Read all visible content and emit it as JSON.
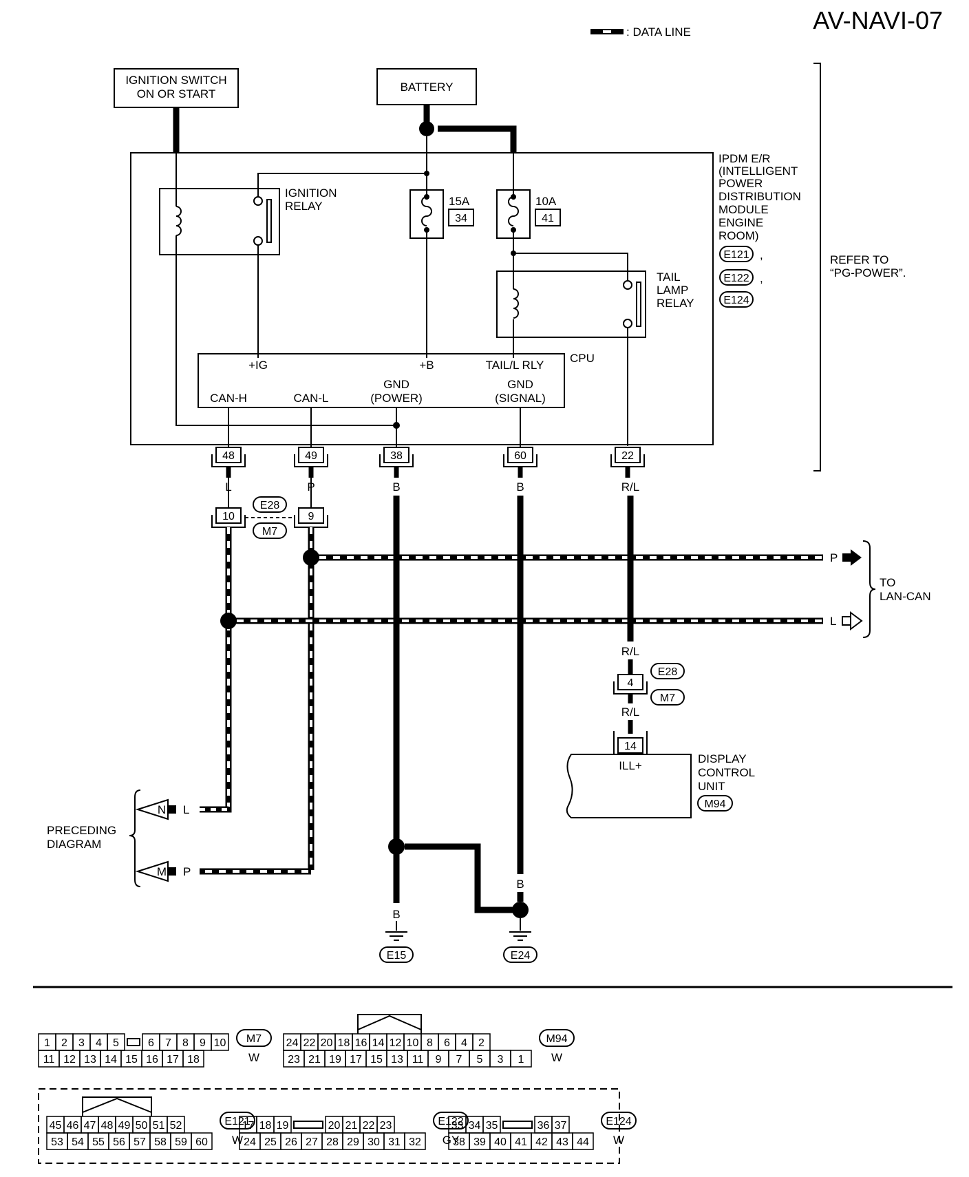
{
  "title": "AV-NAVI-07",
  "legend": {
    "data_line": ": DATA LINE"
  },
  "ignition_switch": [
    "IGNITION SWITCH",
    "ON OR START"
  ],
  "battery": "BATTERY",
  "ignition_relay": [
    "IGNITION",
    "RELAY"
  ],
  "fuses": [
    {
      "amp": "15A",
      "num": "34"
    },
    {
      "amp": "10A",
      "num": "41"
    }
  ],
  "tail_lamp_relay": [
    "TAIL",
    "LAMP",
    "RELAY"
  ],
  "ipdm": [
    "IPDM E/R",
    "(INTELLIGENT",
    "POWER",
    "DISTRIBUTION",
    "MODULE",
    "ENGINE",
    "ROOM)"
  ],
  "ipdm_connectors": [
    "E121",
    "E122",
    "E124"
  ],
  "refer_to": [
    "REFER TO",
    "“PG-POWER”."
  ],
  "cpu": {
    "label": "CPU",
    "ig": "+IG",
    "b": "+B",
    "tail": "TAIL/L RLY",
    "can_h": "CAN-H",
    "can_l": "CAN-L",
    "gnd_power": [
      "GND",
      "(POWER)"
    ],
    "gnd_signal": [
      "GND",
      "(SIGNAL)"
    ]
  },
  "ipdm_pins": [
    "48",
    "49",
    "38",
    "60",
    "22"
  ],
  "wire_colors": {
    "L": "L",
    "P": "P",
    "B": "B",
    "RL": "R/L"
  },
  "e28_pins": [
    "10",
    "9"
  ],
  "e28": "E28",
  "m7": "M7",
  "tail_pin": "4",
  "lan_can": [
    "TO",
    "LAN-CAN"
  ],
  "display_pin": "14",
  "display": {
    "ill": "ILL+",
    "name": [
      "DISPLAY",
      "CONTROL",
      "UNIT"
    ],
    "conn": "M94"
  },
  "preceding": {
    "label": [
      "PRECEDING",
      "DIAGRAM"
    ],
    "n": "N",
    "m": "M"
  },
  "grounds": [
    "E15",
    "E24"
  ],
  "connectors": {
    "m7": {
      "top": [
        "1",
        "2",
        "3",
        "4",
        "5",
        "6",
        "7",
        "8",
        "9",
        "10"
      ],
      "bottom": [
        "11",
        "12",
        "13",
        "14",
        "15",
        "16",
        "17",
        "18"
      ],
      "name": "M7",
      "color": "W"
    },
    "m94": {
      "top": [
        "24",
        "22",
        "20",
        "18",
        "16",
        "14",
        "12",
        "10",
        "8",
        "6",
        "4",
        "2"
      ],
      "bottom": [
        "23",
        "21",
        "19",
        "17",
        "15",
        "13",
        "11",
        "9",
        "7",
        "5",
        "3",
        "1"
      ],
      "name": "M94",
      "color": "W"
    },
    "e121": {
      "top": [
        "45",
        "46",
        "47",
        "48",
        "49",
        "50",
        "51",
        "52"
      ],
      "bottom": [
        "53",
        "54",
        "55",
        "56",
        "57",
        "58",
        "59",
        "60"
      ],
      "name": "E121",
      "color": "W"
    },
    "e122": {
      "top": [
        "17",
        "18",
        "19",
        "20",
        "21",
        "22",
        "23"
      ],
      "bottom": [
        "24",
        "25",
        "26",
        "27",
        "28",
        "29",
        "30",
        "31",
        "32"
      ],
      "name": "E122",
      "color": "GY"
    },
    "e124": {
      "top": [
        "33",
        "34",
        "35",
        "36",
        "37"
      ],
      "bottom": [
        "38",
        "39",
        "40",
        "41",
        "42",
        "43",
        "44"
      ],
      "name": "E124",
      "color": "W"
    }
  }
}
